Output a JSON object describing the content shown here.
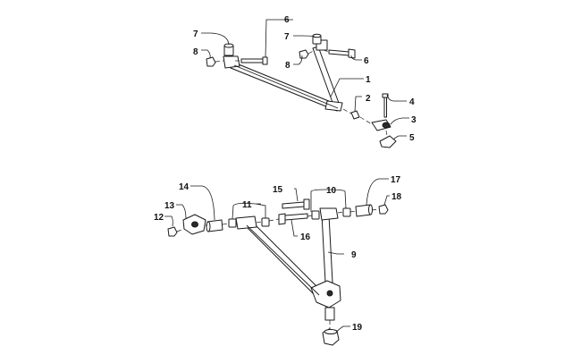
{
  "callouts": [
    "1",
    "2",
    "3",
    "4",
    "5",
    "6",
    "7",
    "8",
    "9",
    "10",
    "11",
    "12",
    "13",
    "14",
    "15",
    "16",
    "17",
    "18",
    "19"
  ],
  "colors": {
    "line": "#1a1a1a",
    "background": "#ffffff",
    "text": "#111111"
  }
}
